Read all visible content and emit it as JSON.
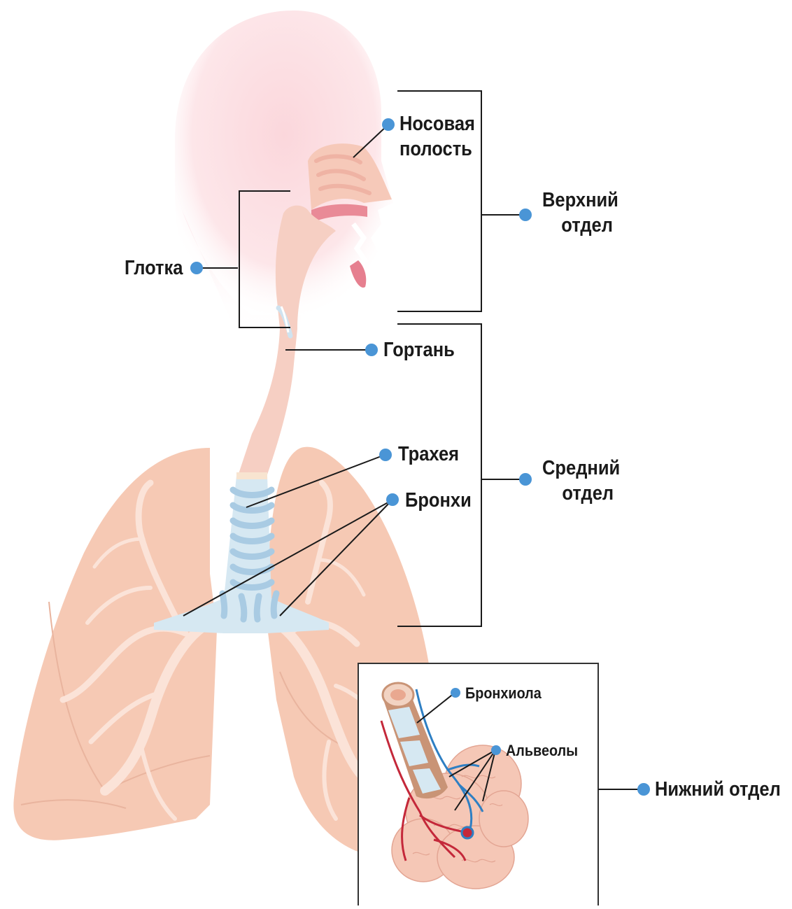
{
  "labels": {
    "nasal_cavity": [
      "Носовая",
      "полость"
    ],
    "pharynx": "Глотка",
    "larynx": "Гортань",
    "trachea": "Трахея",
    "bronchi": "Бронхи",
    "bronchiole": "Бронхиола",
    "alveoli": "Альвеолы",
    "upper_section": [
      "Верхний",
      "отдел"
    ],
    "middle_section": [
      "Средний",
      "отдел"
    ],
    "lower_section": "Нижний отдел"
  },
  "colors": {
    "marker": "#4a95d6",
    "leader": "#1a1a1a",
    "lung": "#f6c9b4",
    "airway": "#f6cfc3",
    "head": "#fbe3e6",
    "trachea_rings": "#a9cbe3",
    "alveoli": "#f5c7b6",
    "artery": "#c4283a",
    "vein": "#2e7fc3"
  }
}
